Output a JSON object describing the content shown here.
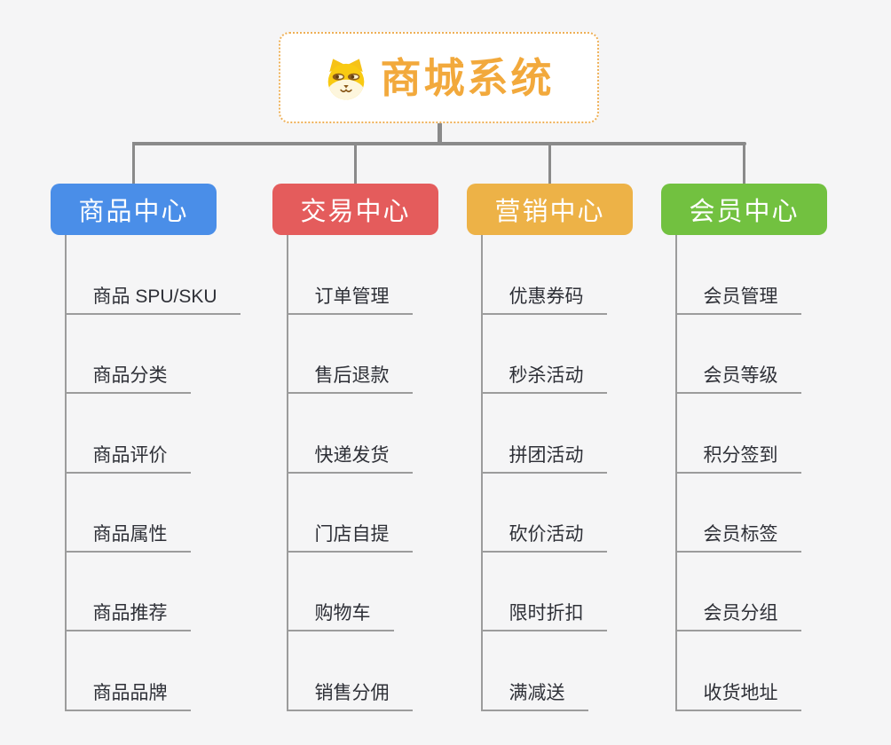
{
  "root": {
    "title": "商城系统",
    "icon": "dog-face-icon",
    "title_color": "#f2a93c",
    "border_color": "#eeb057"
  },
  "branches": [
    {
      "label": "商品中心",
      "color": "#4a8ee8",
      "items": [
        "商品 SPU/SKU",
        "商品分类",
        "商品评价",
        "商品属性",
        "商品推荐",
        "商品品牌"
      ]
    },
    {
      "label": "交易中心",
      "color": "#e45c5c",
      "items": [
        "订单管理",
        "售后退款",
        "快递发货",
        "门店自提",
        "购物车",
        "销售分佣"
      ]
    },
    {
      "label": "营销中心",
      "color": "#edb247",
      "items": [
        "优惠券码",
        "秒杀活动",
        "拼团活动",
        "砍价活动",
        "限时折扣",
        "满减送"
      ]
    },
    {
      "label": "会员中心",
      "color": "#72c140",
      "items": [
        "会员管理",
        "会员等级",
        "积分签到",
        "会员标签",
        "会员分组",
        "收货地址"
      ]
    }
  ],
  "colors": {
    "top_connector": "#8a8a8a",
    "item_connector": "#9c9c9c",
    "item_text": "#2e3037",
    "background": "#f5f5f6"
  }
}
